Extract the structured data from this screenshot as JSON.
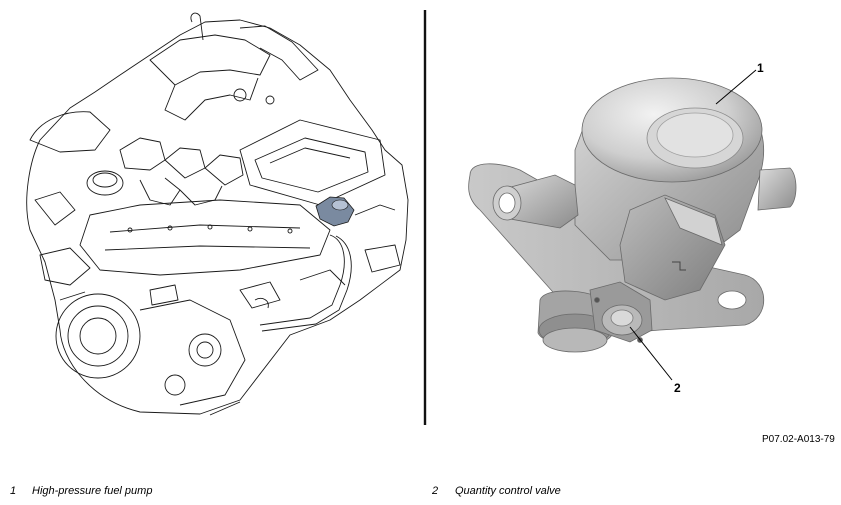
{
  "figure": {
    "reference": "P07.02-A013-79",
    "callouts": [
      "1",
      "2"
    ]
  },
  "legend": [
    {
      "num": "1",
      "text": "High-pressure fuel pump"
    },
    {
      "num": "2",
      "text": "Quantity control valve"
    }
  ],
  "colors": {
    "line": "#1a1a1a",
    "divider": "#111111",
    "highlight": "#7a8aa0",
    "pump_light": "#e6e6e6",
    "pump_mid": "#bdbdbd",
    "pump_dark": "#8a8a8a"
  }
}
